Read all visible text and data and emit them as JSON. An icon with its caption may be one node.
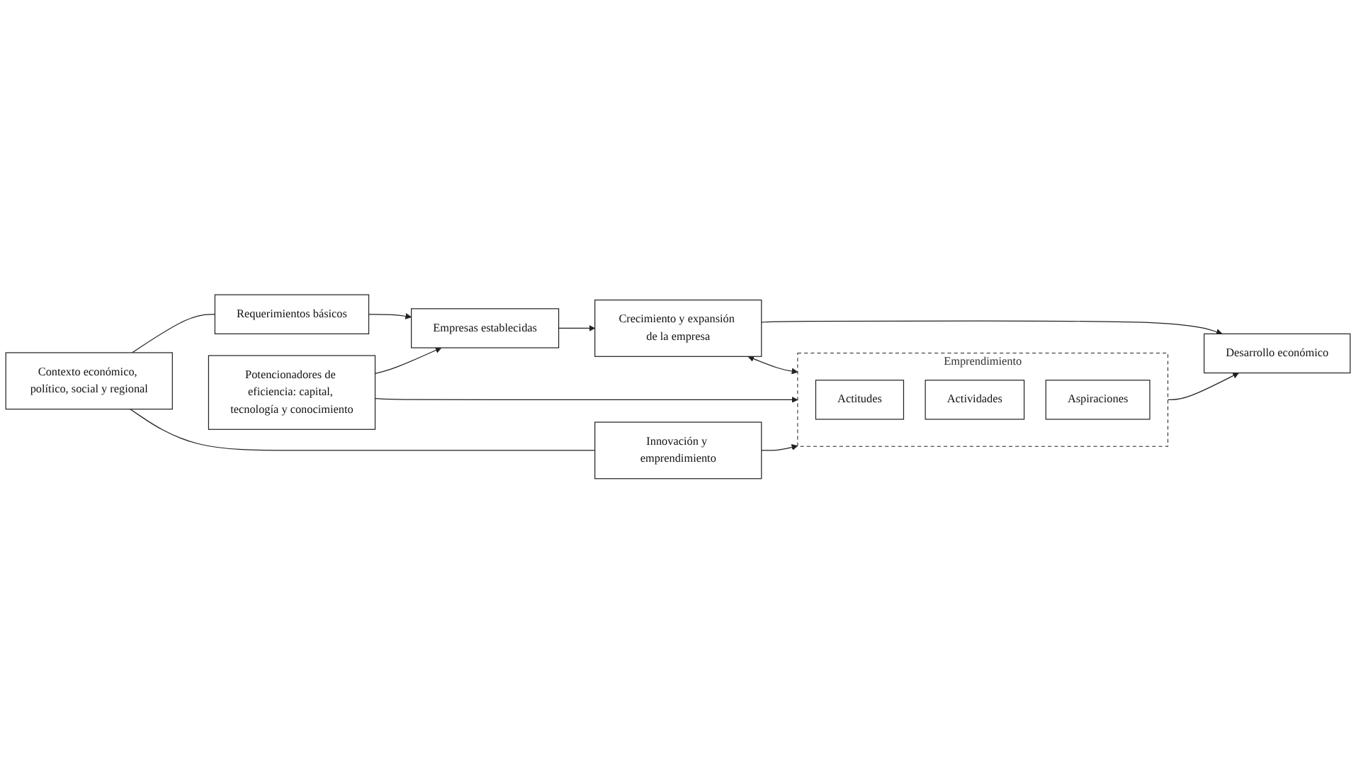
{
  "diagram": {
    "nodes": [
      {
        "text": [
          "Contexto económico, político, social y regional"
        ]
      },
      {
        "text": [
          "Requerimientos básicos"
        ]
      },
      {
        "text": [
          "Empresas establecidas"
        ]
      },
      {
        "text": [
          "Potencionadores de eficiencia: capital, tecnología y conocimiento"
        ]
      },
      {
        "text": [
          "Crecimiento y expansión de la empresa"
        ]
      },
      {
        "text": [
          "Desarrollo económico"
        ]
      },
      {
        "text": [
          "Emprendimiento"
        ]
      },
      {
        "text": [
          "Actitudes"
        ],
        "in": 6
      },
      {
        "text": [
          "Actividades"
        ],
        "in": 6
      },
      {
        "text": [
          "Aspiraciones"
        ],
        "in": 6
      },
      {
        "text": [
          "Innovación y emprendimiento"
        ]
      }
    ],
    "edges": [
      {
        "from": 0,
        "to": 1,
        "arrow": "none"
      },
      {
        "from": 0,
        "to": 10,
        "arrow": "none"
      },
      {
        "from": 1,
        "to": 2,
        "arrow": "to"
      },
      {
        "from": 3,
        "to": 2,
        "arrow": "to"
      },
      {
        "from": 3,
        "to": 6,
        "arrow": "to"
      },
      {
        "from": 10,
        "to": 6,
        "arrow": "to"
      },
      {
        "from": 2,
        "to": 4,
        "arrow": "to"
      },
      {
        "from": 4,
        "to": 6,
        "arrow": "both"
      },
      {
        "from": 4,
        "to": 5,
        "arrow": "to"
      },
      {
        "from": 6,
        "to": 5,
        "arrow": "to"
      }
    ]
  }
}
